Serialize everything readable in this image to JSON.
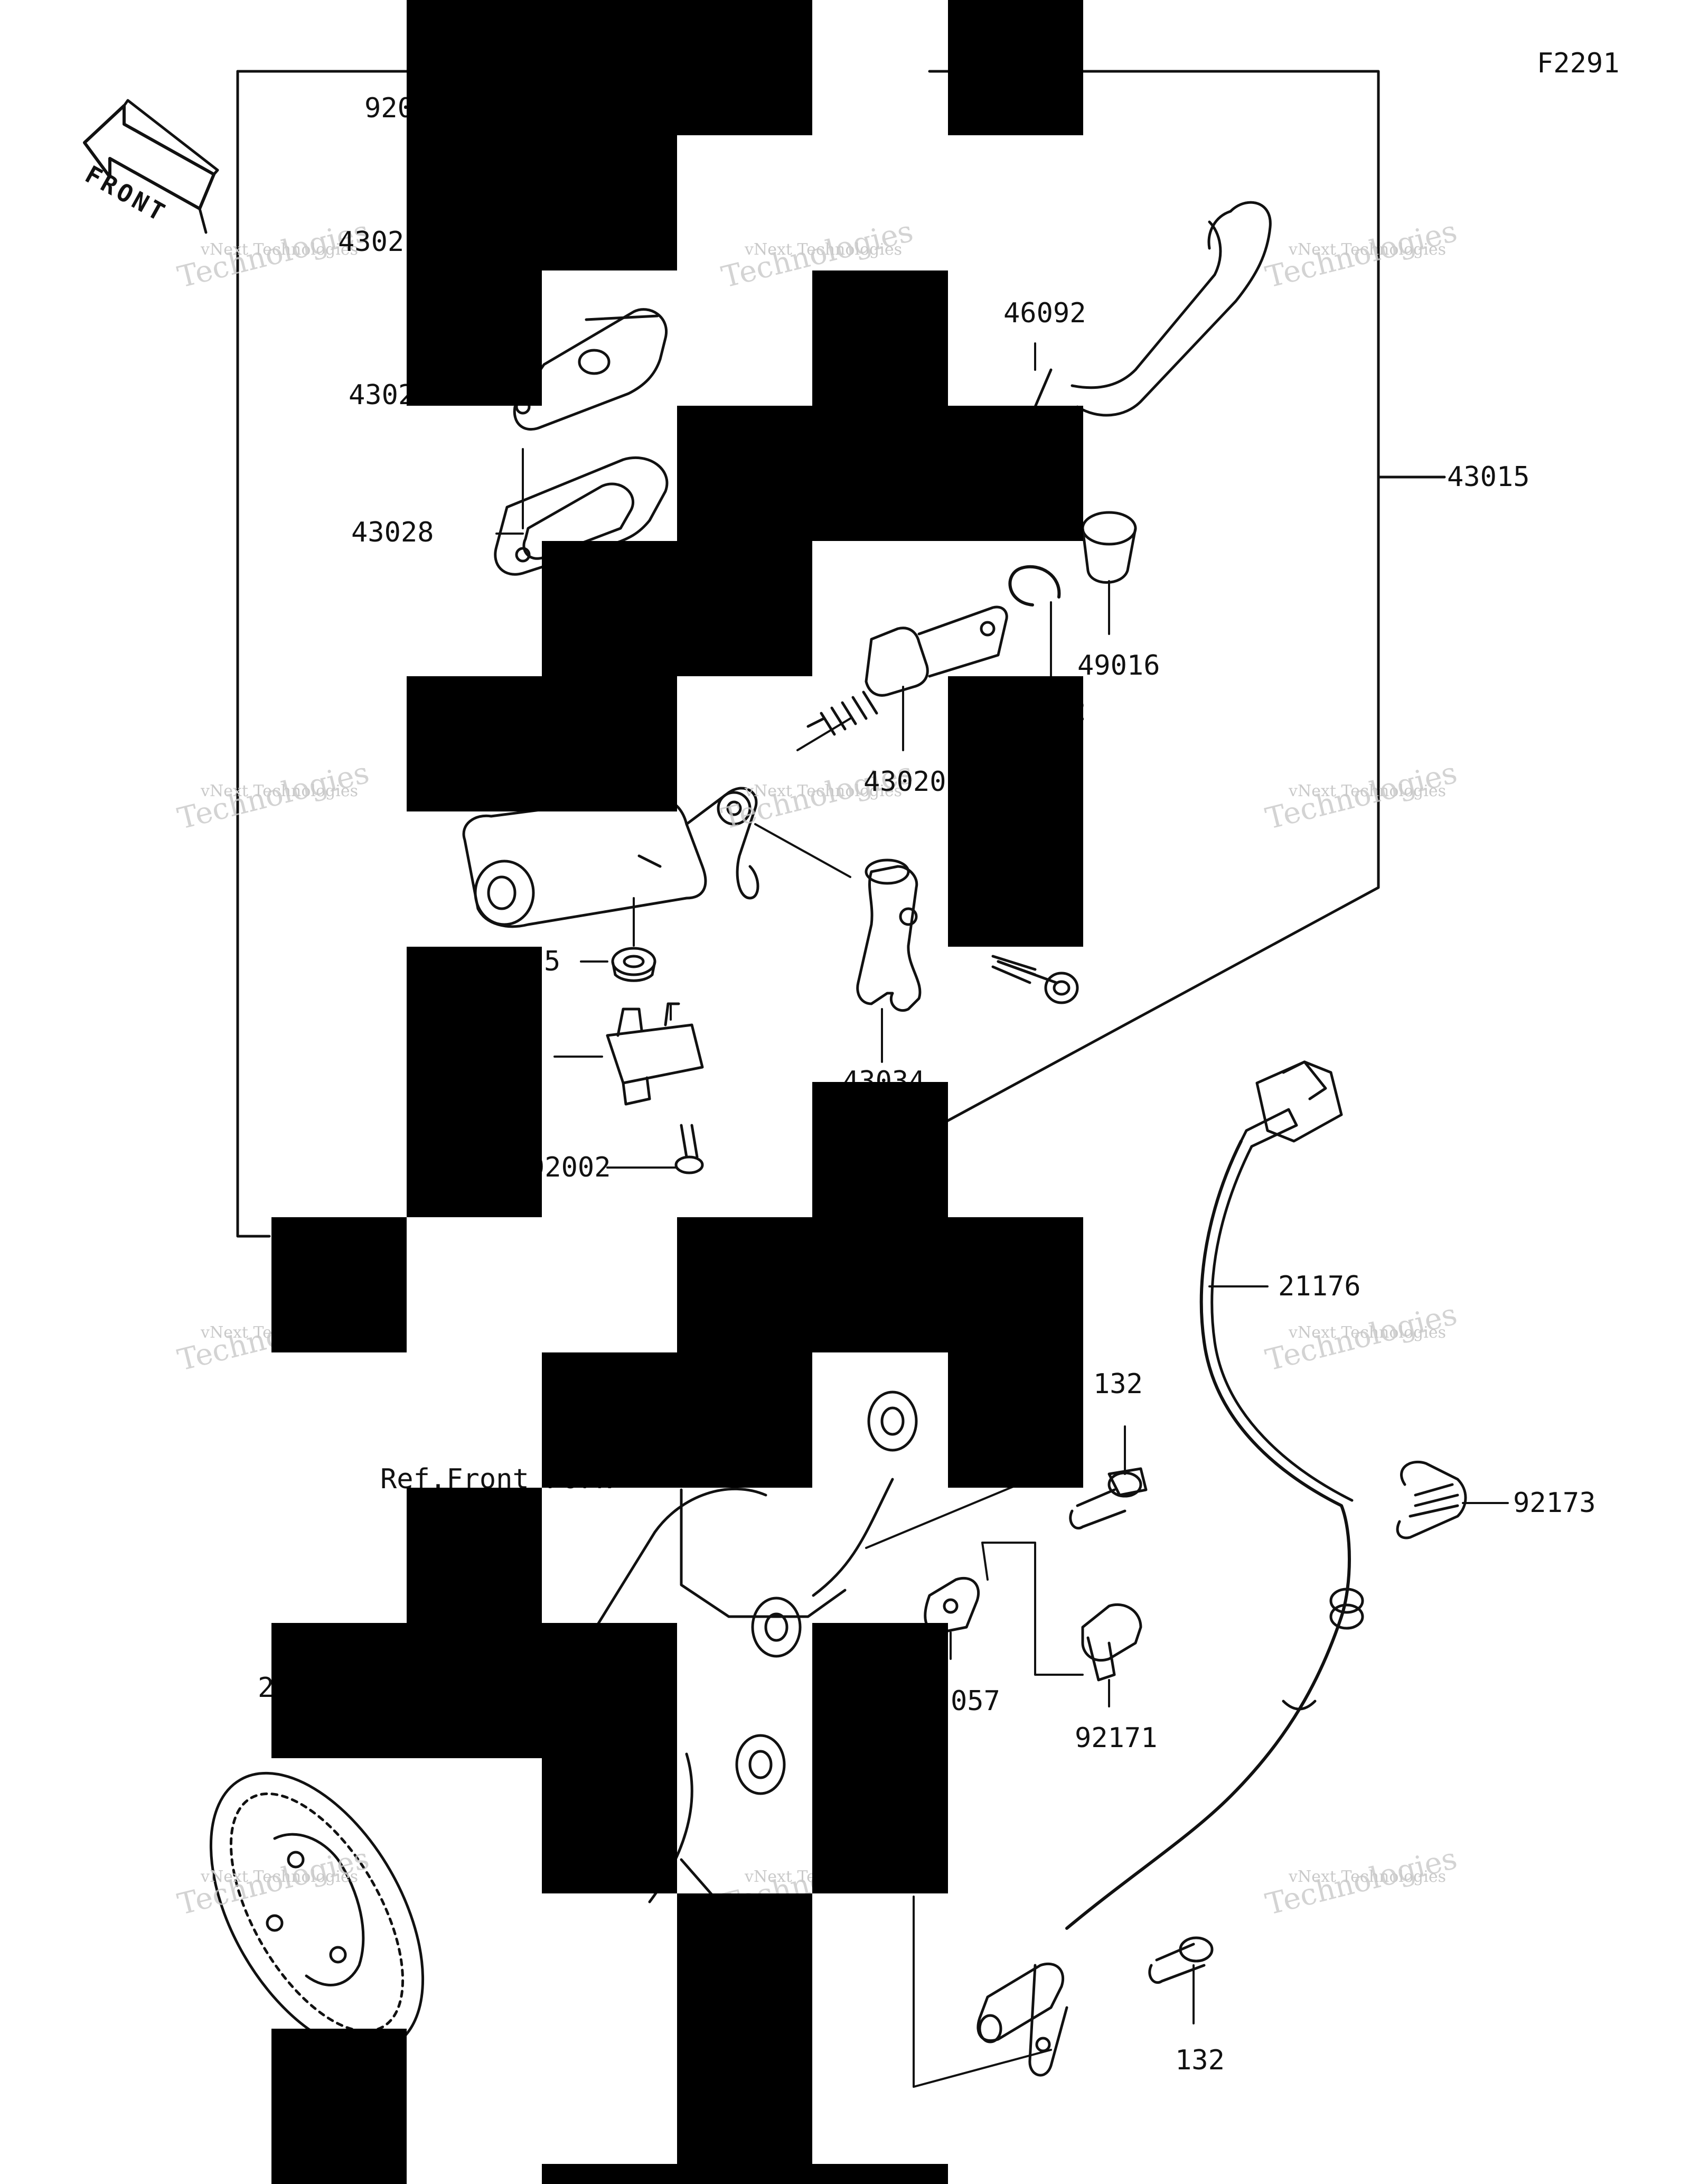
{
  "diagram_code": "F2291",
  "front_label": "FRONT",
  "reference": "Ref.Front Fork",
  "watermark": {
    "line1": "vNext Technologies",
    "line2": "Technologies"
  },
  "parts": [
    {
      "id": "p01",
      "text": "920"
    },
    {
      "id": "p02",
      "text": "4302"
    },
    {
      "id": "p03",
      "text": "4302"
    },
    {
      "id": "p04",
      "text": "43028"
    },
    {
      "id": "p05",
      "text": "46092"
    },
    {
      "id": "p06",
      "text": "43015"
    },
    {
      "id": "p07",
      "text": "49016"
    },
    {
      "id": "p08",
      "text": "2"
    },
    {
      "id": "p09",
      "text": "43020"
    },
    {
      "id": "p10",
      "text": "5"
    },
    {
      "id": "p11",
      "text": "43034"
    },
    {
      "id": "p12",
      "text": "92002"
    },
    {
      "id": "p13",
      "text": "21176"
    },
    {
      "id": "p14",
      "text": "132"
    },
    {
      "id": "p15",
      "text": "92173"
    },
    {
      "id": "p16",
      "text": "057"
    },
    {
      "id": "p17",
      "text": "92171"
    },
    {
      "id": "p18",
      "text": "2"
    },
    {
      "id": "p19",
      "text": "132"
    }
  ]
}
